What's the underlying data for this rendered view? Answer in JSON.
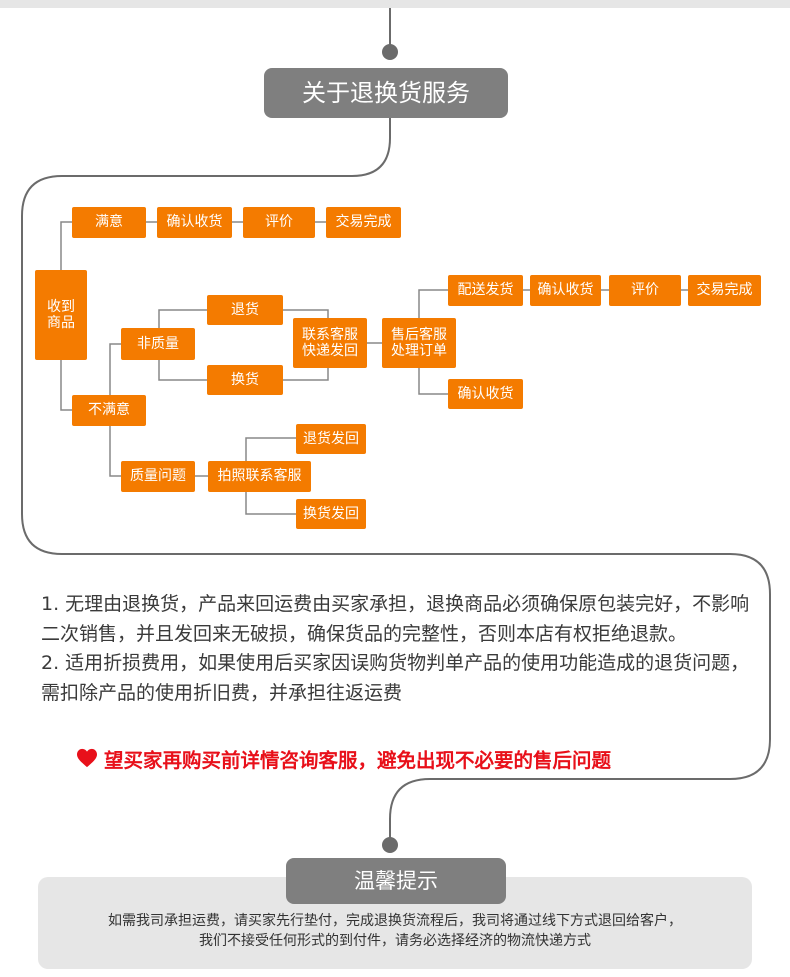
{
  "header": {
    "title": "关于退换货服务"
  },
  "flow": {
    "received": "收到\n商品",
    "satisfied": "满意",
    "s_confirm": "确认收货",
    "s_review": "评价",
    "s_done": "交易完成",
    "unsatisfied": "不满意",
    "non_quality": "非质量",
    "return_goods": "退货",
    "exchange_goods": "换货",
    "contact_ship": "联系客服\n快递发回",
    "after_sales": "售后客服\n处理订单",
    "ship_out": "配送发货",
    "a_confirm": "确认收货",
    "a_review": "评价",
    "a_done": "交易完成",
    "b_confirm": "确认收货",
    "quality_issue": "质量问题",
    "photo_contact": "拍照联系客服",
    "return_ship": "退货发回",
    "exchange_ship": "换货发回"
  },
  "rules": {
    "line1": "1. 无理由退换货，产品来回运费由买家承担，退换商品必须确保原包装完好，不影响二次销售，并且发回来无破损，确保货品的完整性，否则本店有权拒绝退款。",
    "line2": "2. 适用折损费用，如果使用后买家因误购货物判单产品的使用功能造成的退货问题，需扣除产品的使用折旧费，并承担往返运费",
    "warning": "望买家再购买前详情咨询客服，避免出现不必要的售后问题"
  },
  "tips": {
    "title": "温馨提示",
    "line1": "如需我司承担运费，请买家先行垫付，完成退换货流程后，我司将通过线下方式退回给客户，",
    "line2": "我们不接受任何形式的到付件，请务必选择经济的物流快递方式"
  },
  "colors": {
    "orange": "#f47b00",
    "gray": "#7f7f7f",
    "line": "#6b6b6b",
    "warning_red": "#e8101a",
    "tip_bg": "#e6e6e6"
  }
}
